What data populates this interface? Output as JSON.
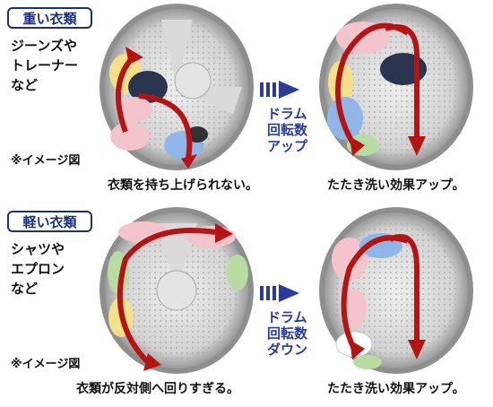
{
  "heavy": {
    "tag": "重い衣類",
    "desc": [
      "ジーンズや",
      "トレーナー",
      "など"
    ],
    "note": "※イメージ図",
    "left_caption": "衣類を持ち上げられない。",
    "right_caption": "たたき洗い効果アップ。",
    "mid_lines": [
      "ドラム",
      "回転数",
      "アップ"
    ]
  },
  "light": {
    "tag": "軽い衣類",
    "desc": [
      "シャツや",
      "エプロン",
      "など"
    ],
    "note": "※イメージ図",
    "left_caption": "衣類が反対側へ回りすぎる。",
    "right_caption": "たたき洗い効果アップ。",
    "mid_lines": [
      "ドラム",
      "回転数",
      "ダウン"
    ]
  },
  "colors": {
    "navy": "#1b2f7a",
    "arrow_red": "#b51414",
    "mid_blue": "#2a3b9c",
    "drum_gray": "#b9b9b9"
  },
  "icons": [
    "triple-chevron-right-icon",
    "curved-arrow-icon"
  ]
}
